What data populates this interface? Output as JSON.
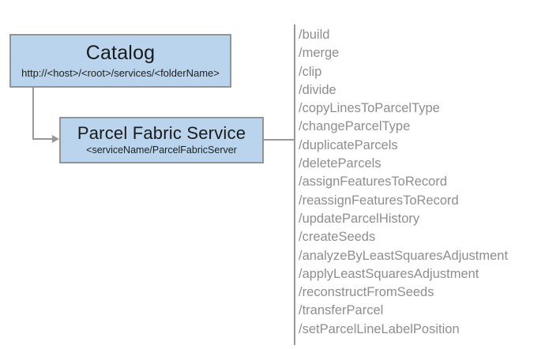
{
  "diagram": {
    "catalog": {
      "title": "Catalog",
      "subtitle": "http://<host>/<root>/services/<folderName>"
    },
    "service": {
      "title": "Parcel Fabric Service",
      "subtitle": "<serviceName/ParcelFabricServer"
    },
    "operations": [
      "/build",
      "/merge",
      "/clip",
      "/divide",
      "/copyLinesToParcelType",
      "/changeParcelType",
      "/duplicateParcels",
      "/deleteParcels",
      "/assignFeaturesToRecord",
      "/reassignFeaturesToRecord",
      "/updateParcelHistory",
      "/createSeeds",
      "/analyzeByLeastSquaresAdjustment",
      "/applyLeastSquaresAdjustment",
      "/reconstructFromSeeds",
      "/transferParcel",
      "/setParcelLineLabelPosition"
    ],
    "colors": {
      "node_fill": "#b9d4ec",
      "node_border": "#949494",
      "connector": "#989898",
      "operation_text": "#8e8e8e",
      "title_text": "#1a1a1a",
      "background": "#ffffff"
    }
  }
}
